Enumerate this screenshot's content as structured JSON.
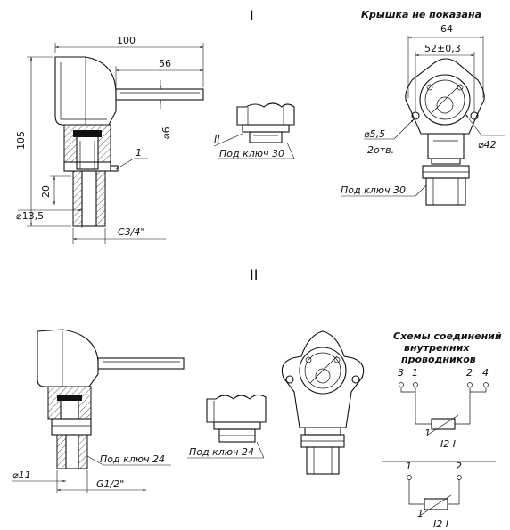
{
  "variant_labels": {
    "first": "I",
    "second": "II"
  },
  "cover_note": "Крышка не показана",
  "view1": {
    "dim_total_width": "100",
    "dim_probe_length": "56",
    "dim_height": "105",
    "dim_probe_diameter": "⌀6",
    "dim_thread_height": "20",
    "dim_base_diameter": "⌀13,5",
    "thread": "C3/4\"",
    "leader_1": "1"
  },
  "detail1": {
    "label_II": "II",
    "wrench": "Под ключ 30"
  },
  "front1": {
    "dim_width": "64",
    "dim_mount_spacing": "52±0,3",
    "dim_hole": "⌀5,5",
    "hole_count": "2отв.",
    "dim_body": "⌀42",
    "wrench": "Под ключ 30"
  },
  "view2": {
    "dim_base_diameter": "⌀11",
    "thread": "G1/2\"",
    "wrench": "Под ключ 24"
  },
  "detail2": {
    "wrench": "Под ключ 24"
  },
  "schemes": {
    "title_line1": "Схемы соединений",
    "title_line2": "внутренних",
    "title_line3": "проводников",
    "top_terminals": [
      "3",
      "1",
      "2",
      "4"
    ],
    "top_resistor": "1",
    "top_resistor_note": "I2 I",
    "bottom_terminals": [
      "1",
      "2"
    ],
    "bottom_resistor": "1",
    "bottom_resistor_note": "I2 I"
  }
}
